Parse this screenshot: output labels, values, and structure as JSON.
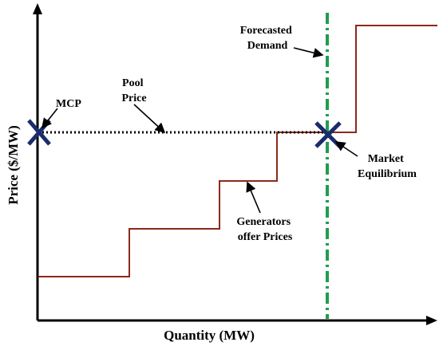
{
  "axes": {
    "x_label": "Quantity (MW)",
    "y_label": "Price ($/MW)"
  },
  "labels": {
    "mcp": "MCP",
    "pool_price": [
      "Pool",
      "Price"
    ],
    "forecasted_demand": [
      "Forecasted",
      "Demand"
    ],
    "market_equilibrium": [
      "Market",
      "Equilibrium"
    ],
    "generators_offer": [
      "Generators",
      "offer Prices"
    ]
  },
  "colors": {
    "axis": "#000000",
    "supply_curve": "#8b2a1a",
    "demand_line": "#1e9e4e",
    "marker": "#1a2c6b",
    "pool_price_line": "#000000"
  }
}
